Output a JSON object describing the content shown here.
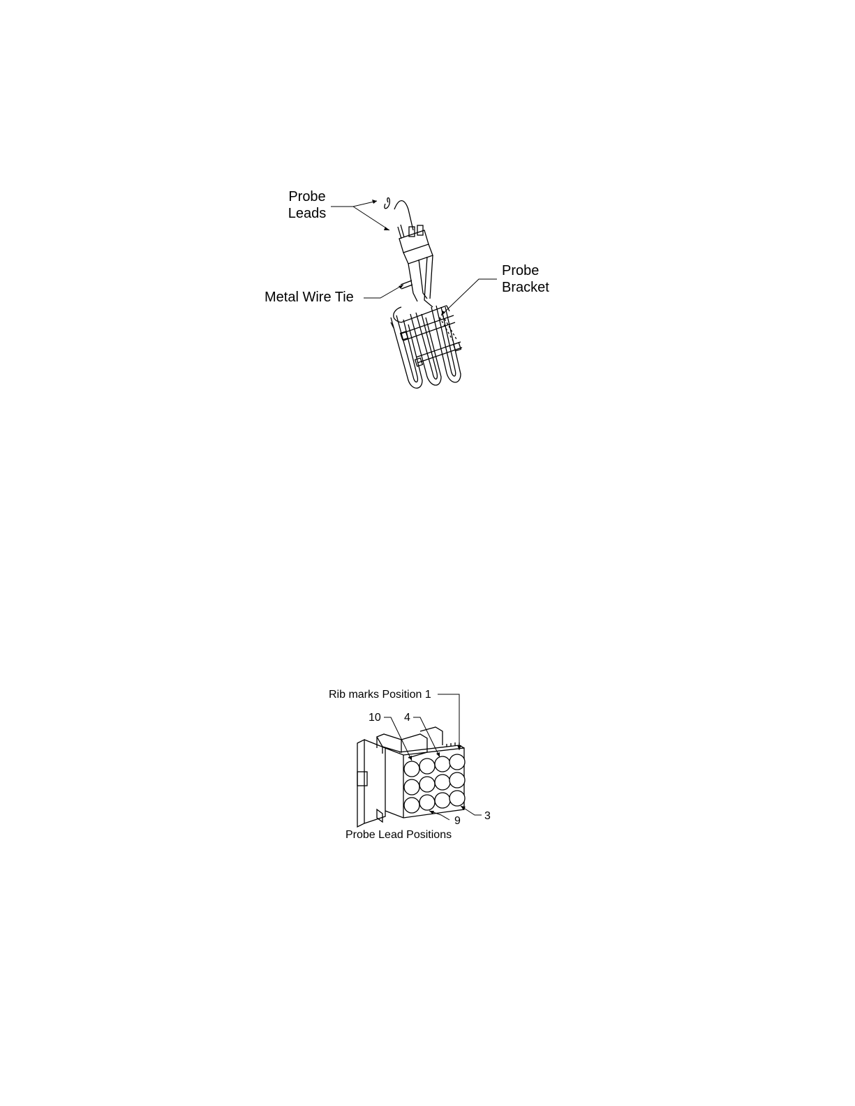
{
  "figure1": {
    "labels": {
      "probe_leads_line1": "Probe",
      "probe_leads_line2": "Leads",
      "metal_wire_tie": "Metal Wire Tie",
      "probe_bracket_line1": "Probe",
      "probe_bracket_line2": "Bracket"
    }
  },
  "figure2": {
    "labels": {
      "rib_marks": "Rib marks Position 1",
      "pos_10": "10",
      "pos_4": "4",
      "pos_9": "9",
      "pos_3": "3",
      "caption": "Probe Lead Positions"
    }
  },
  "colors": {
    "ink": "#000000",
    "paper": "#ffffff"
  }
}
